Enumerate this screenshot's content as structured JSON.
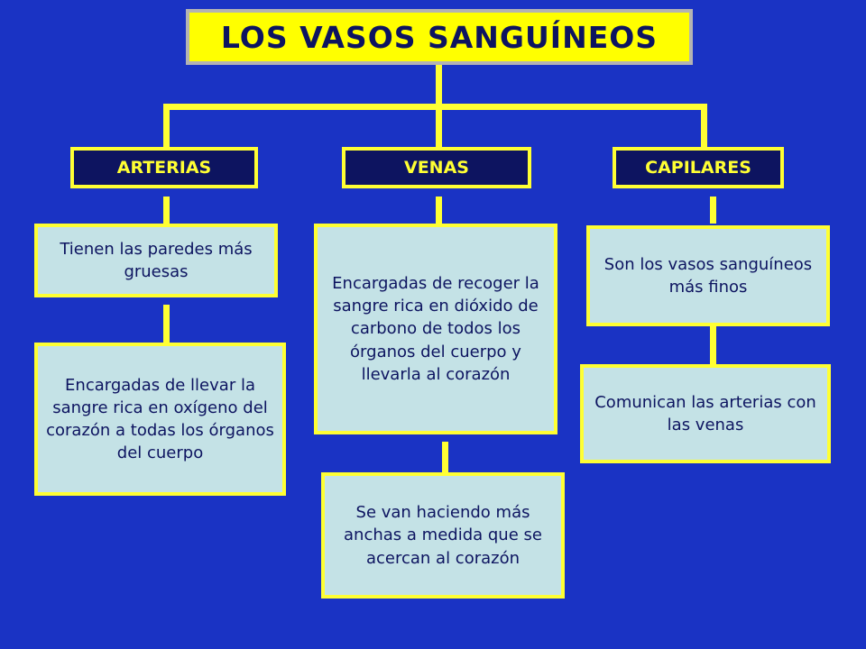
{
  "title": "LOS VASOS SANGUÍNEOS",
  "categories": {
    "arterias": "ARTERIAS",
    "venas": "VENAS",
    "capilares": "CAPILARES"
  },
  "arterias": {
    "fact1": "Tienen las paredes más gruesas",
    "fact2": "Encargadas de llevar la sangre rica en oxígeno del corazón a todas los órganos del cuerpo"
  },
  "venas": {
    "fact1": "Encargadas de recoger la sangre rica en dióxido de carbono de todos los órganos del cuerpo y llevarla al corazón",
    "fact2": "Se van haciendo más anchas a medida que se acercan al corazón"
  },
  "capilares": {
    "fact1": "Son los vasos sanguíneos más finos",
    "fact2": "Comunican las arterias con las venas"
  },
  "colors": {
    "background": "#1a33c4",
    "connector": "#ffff33",
    "title_fill": "#ffff00",
    "category_fill": "#0d1460",
    "info_fill": "#c4e2e6"
  }
}
